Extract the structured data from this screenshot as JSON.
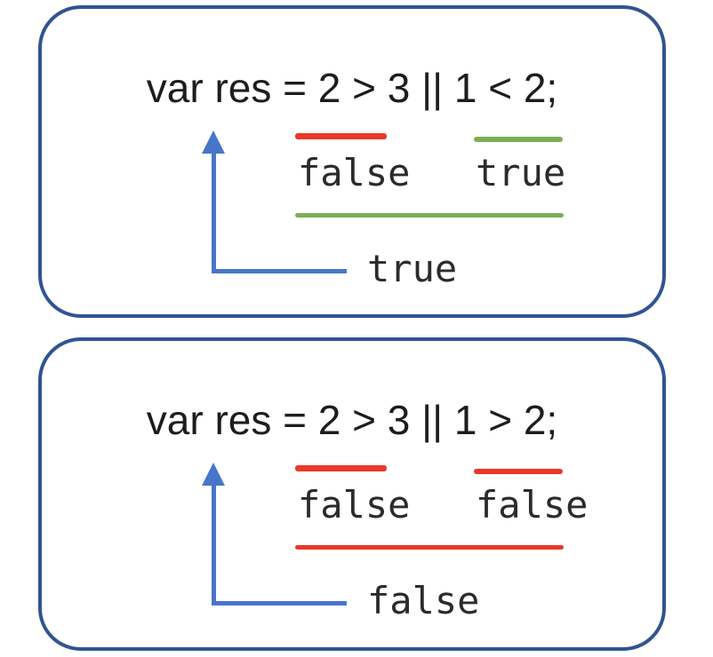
{
  "colors": {
    "background": "#ffffff",
    "box_border": "#2f5492",
    "arrow_blue": "#4776c9",
    "false_red": "#e9392b",
    "true_green": "#7dae57",
    "expression_text": "#1d1d1d",
    "label_text": "#2b2b2b"
  },
  "boxes": [
    {
      "expression": "var res = 2 > 3 || 1 < 2;",
      "operand1": {
        "text": "2 > 3",
        "value": "false",
        "underline_color": "#e9392b"
      },
      "operand2": {
        "text": "1 < 2",
        "value": "true",
        "underline_color": "#7dae57"
      },
      "combined": {
        "value": "true",
        "underline_color": "#7dae57"
      },
      "result_label": "true"
    },
    {
      "expression": "var res = 2 > 3 || 1 > 2;",
      "operand1": {
        "text": "2 > 3",
        "value": "false",
        "underline_color": "#e9392b"
      },
      "operand2": {
        "text": "1 > 2",
        "value": "false",
        "underline_color": "#e9392b"
      },
      "combined": {
        "value": "false",
        "underline_color": "#e9392b"
      },
      "result_label": "false"
    }
  ]
}
